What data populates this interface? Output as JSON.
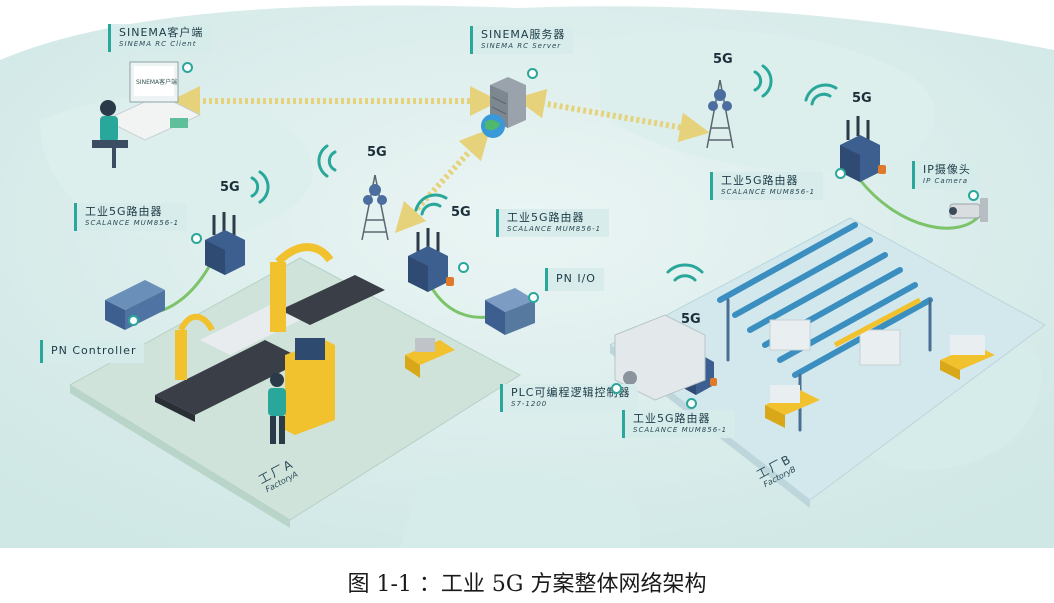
{
  "caption": "图 1-1 ：工业 5G 方案整体网络架构",
  "labels": {
    "sinema_client": {
      "zh": "SINEMA客户端",
      "en": "SINEMA RC Client"
    },
    "sinema_server": {
      "zh": "SINEMA服务器",
      "en": "SINEMA RC Server"
    },
    "router_a": {
      "zh": "工业5G路由器",
      "en": "SCALANCE MUM856-1"
    },
    "router_mid": {
      "zh": "工业5G路由器",
      "en": "SCALANCE MUM856-1"
    },
    "router_right": {
      "zh": "工业5G路由器",
      "en": "SCALANCE MUM856-1"
    },
    "router_b": {
      "zh": "工业5G路由器",
      "en": "SCALANCE MUM856-1"
    },
    "pn_io": {
      "zh": "PN I/O"
    },
    "pn_controller": {
      "zh": "PN Controller"
    },
    "ip_camera": {
      "zh": "IP摄像头",
      "en": "IP Camera"
    },
    "plc": {
      "zh": "PLC可编程逻辑控制器",
      "en": "S7-1200"
    }
  },
  "badge_5g": "5G",
  "monitor_text": "SINEMA客户端",
  "factory_a": {
    "zh": "工厂A",
    "en": "FactoryA"
  },
  "factory_b": {
    "zh": "工厂B",
    "en": "FactoryB"
  },
  "colors": {
    "accent": "#2aa79b",
    "link": "#e6d27a",
    "equip": "#f2c12e",
    "router": "#3d5f8f",
    "cable": "#7cc36a"
  }
}
